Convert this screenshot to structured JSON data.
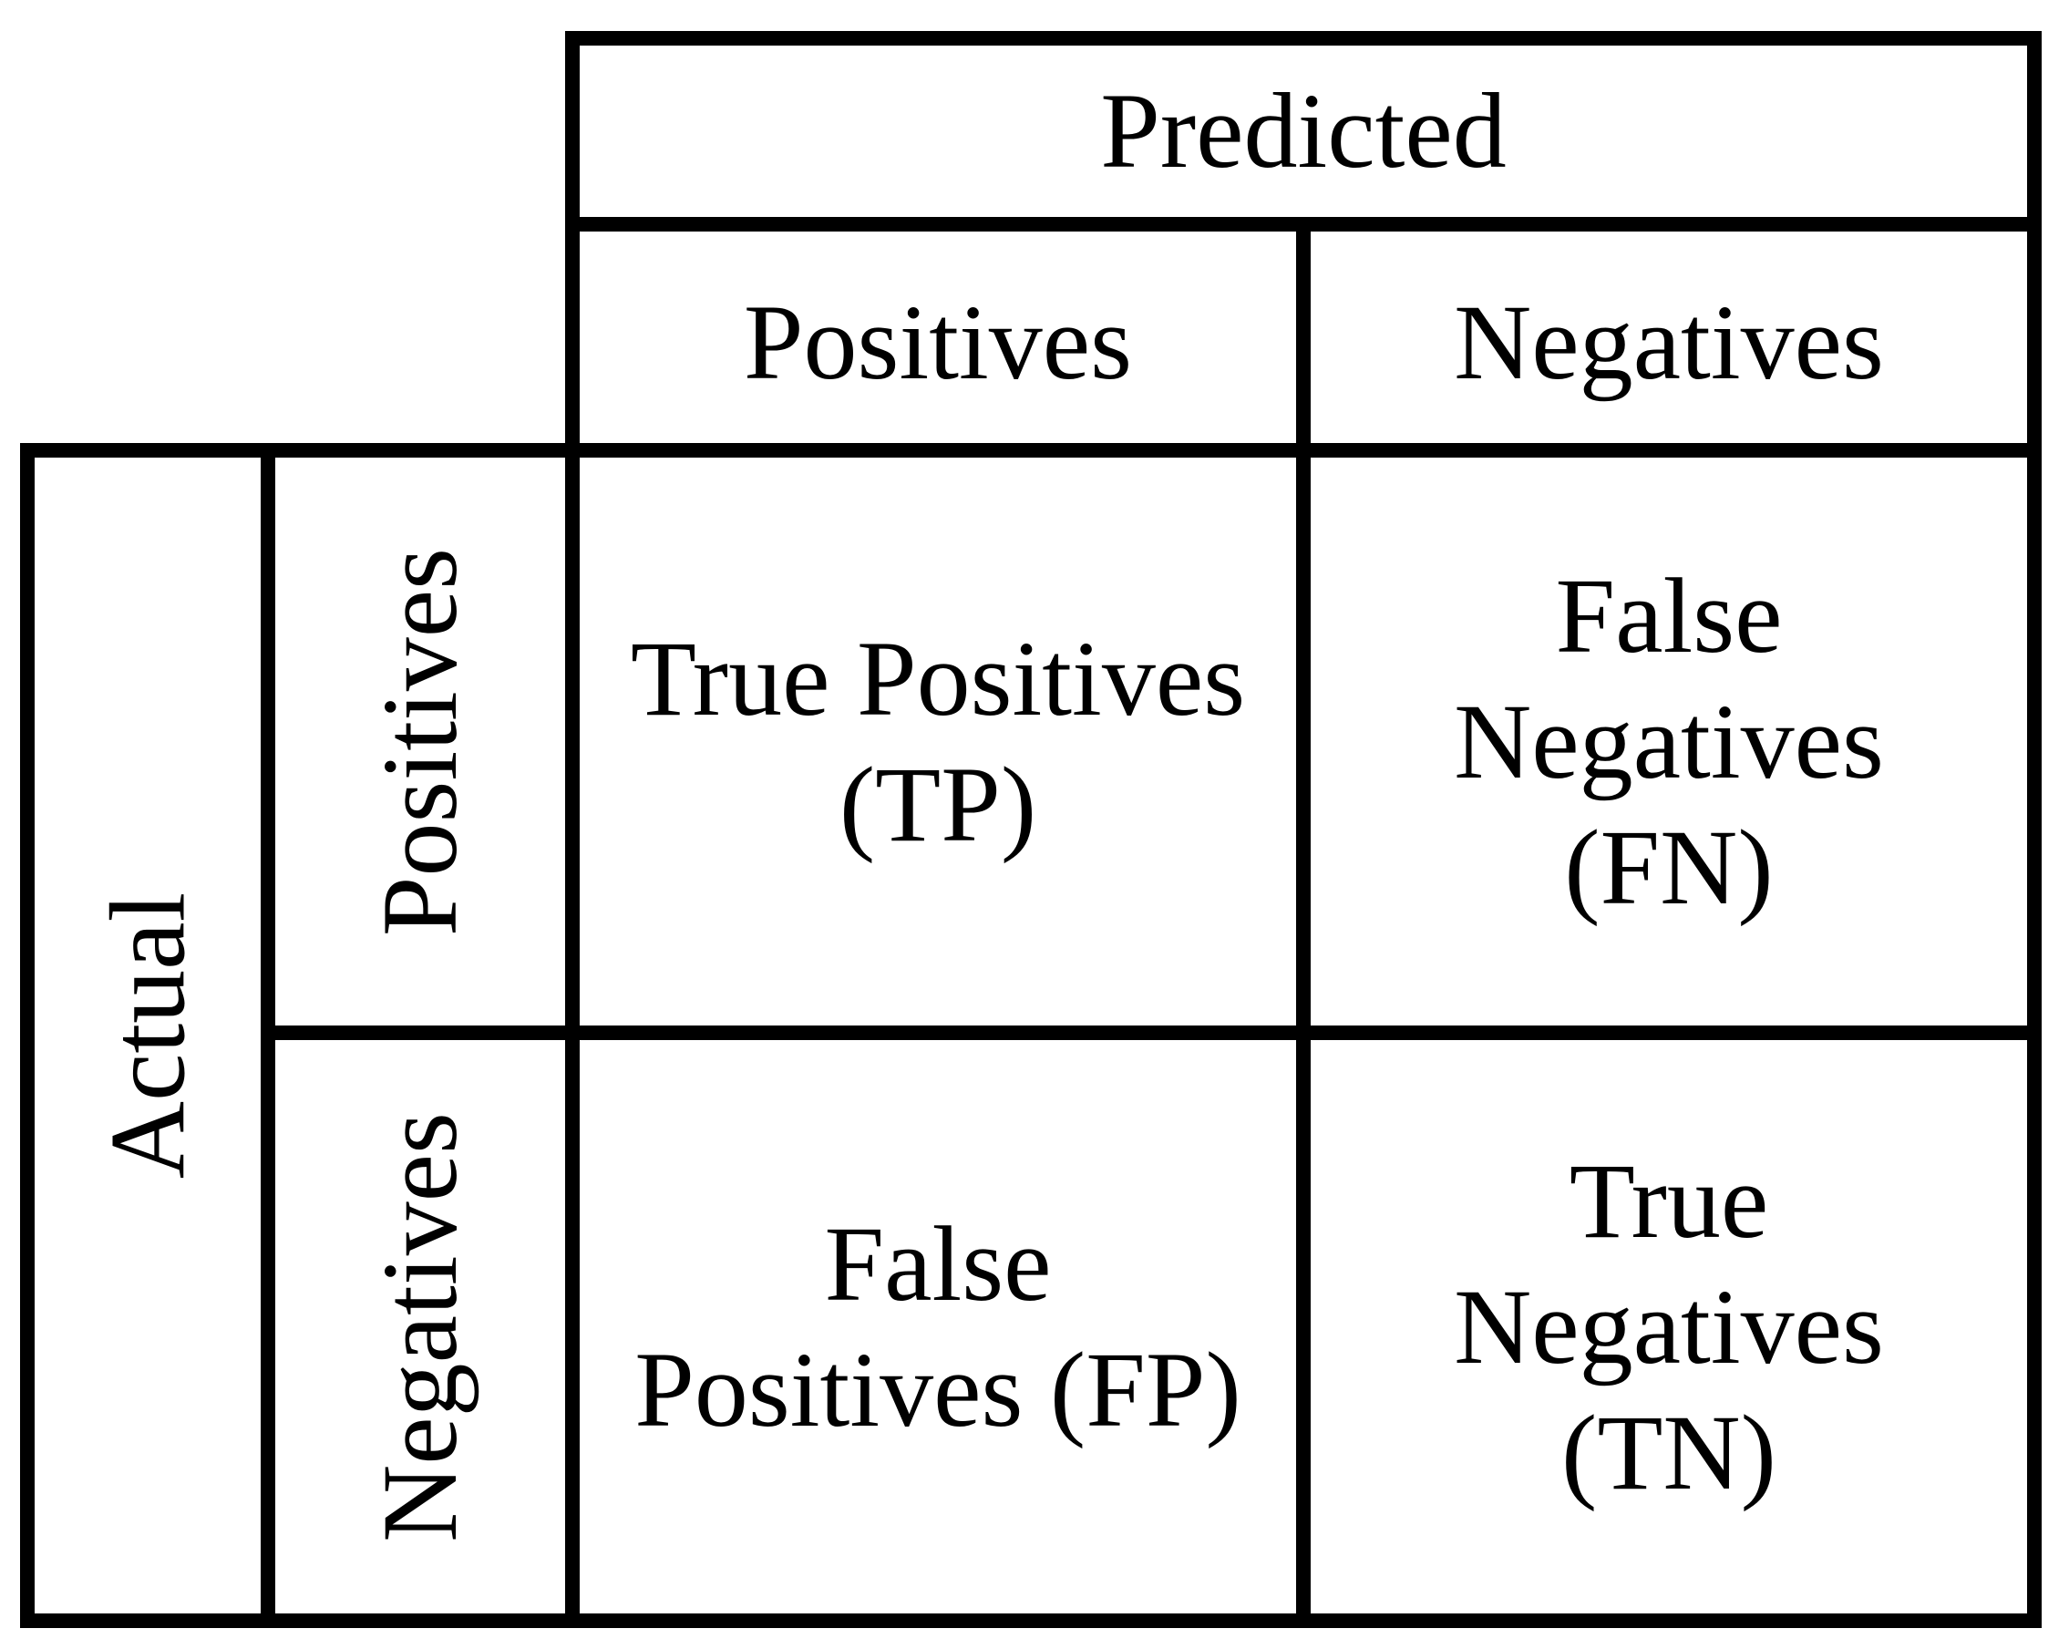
{
  "header": {
    "predicted": "Predicted",
    "actual": "Actual"
  },
  "columns": [
    "Positives",
    "Negatives"
  ],
  "rows": [
    "Positives",
    "Negatives"
  ],
  "cells": {
    "tp": [
      "True Positives",
      "(TP)"
    ],
    "fn": [
      "False",
      "Negatives",
      "(FN)"
    ],
    "fp": [
      "False",
      "Positives (FP)"
    ],
    "tn": [
      "True",
      "Negatives",
      "(TN)"
    ]
  }
}
